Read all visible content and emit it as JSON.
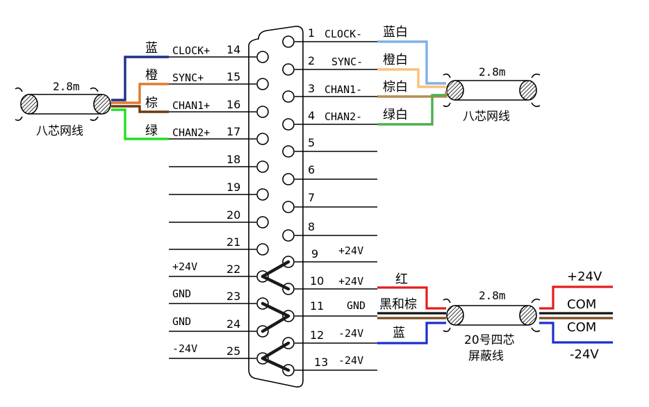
{
  "left_pins": [
    {
      "num": "14",
      "signal": "CLOCK+",
      "wire": "蓝"
    },
    {
      "num": "15",
      "signal": "SYNC+",
      "wire": "橙"
    },
    {
      "num": "16",
      "signal": "CHAN1+",
      "wire": "棕"
    },
    {
      "num": "17",
      "signal": "CHAN2+",
      "wire": "绿"
    },
    {
      "num": "18",
      "signal": "",
      "wire": ""
    },
    {
      "num": "19",
      "signal": "",
      "wire": ""
    },
    {
      "num": "20",
      "signal": "",
      "wire": ""
    },
    {
      "num": "21",
      "signal": "",
      "wire": ""
    },
    {
      "num": "22",
      "signal": "+24V",
      "wire": ""
    },
    {
      "num": "23",
      "signal": "GND",
      "wire": ""
    },
    {
      "num": "24",
      "signal": "GND",
      "wire": ""
    },
    {
      "num": "25",
      "signal": "-24V",
      "wire": ""
    }
  ],
  "right_pins": [
    {
      "num": "1",
      "signal": "CLOCK-",
      "wire": "蓝白"
    },
    {
      "num": "2",
      "signal": "SYNC-",
      "wire": "橙白"
    },
    {
      "num": "3",
      "signal": "CHAN1-",
      "wire": "棕白"
    },
    {
      "num": "4",
      "signal": "CHAN2-",
      "wire": "绿白"
    },
    {
      "num": "5",
      "signal": "",
      "wire": ""
    },
    {
      "num": "6",
      "signal": "",
      "wire": ""
    },
    {
      "num": "7",
      "signal": "",
      "wire": ""
    },
    {
      "num": "8",
      "signal": "",
      "wire": ""
    },
    {
      "num": "9",
      "signal": "+24V",
      "wire": ""
    },
    {
      "num": "10",
      "signal": "+24V",
      "wire": "红"
    },
    {
      "num": "11",
      "signal": "GND",
      "wire": "黑和棕"
    },
    {
      "num": "12",
      "signal": "-24V",
      "wire": "蓝"
    },
    {
      "num": "13",
      "signal": "-24V",
      "wire": ""
    }
  ],
  "cables": {
    "left": {
      "length": "2.8m",
      "type": "八芯网线"
    },
    "right_top": {
      "length": "2.8m",
      "type": "八芯网线"
    },
    "power": {
      "length": "2.8m",
      "type_line1": "20号四芯",
      "type_line2": "屏蔽线"
    }
  },
  "power_outputs": [
    "+24V",
    "COM",
    "COM",
    "-24V"
  ],
  "colors": {
    "blue": "#1f2f8c",
    "orange": "#e07a2e",
    "brown": "#6b3a12",
    "green": "#22dd22",
    "light_blue": "#7fb0e6",
    "light_orange": "#f7c27a",
    "light_brown": "#b98a50",
    "light_green": "#4fae4f",
    "red": "#e51c1c",
    "black": "#111111",
    "power_brown": "#7a4a1e",
    "power_blue": "#1a2ed0"
  }
}
